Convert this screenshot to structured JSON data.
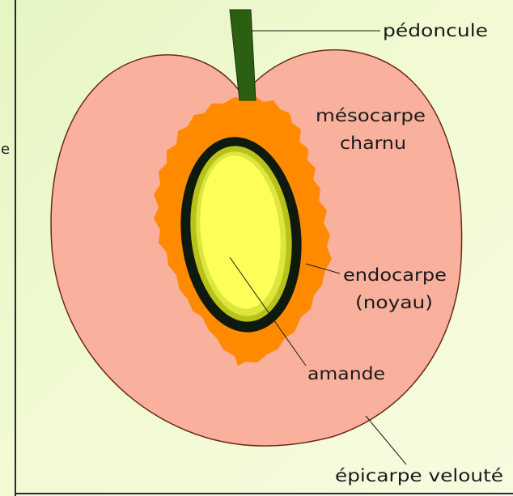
{
  "labels": {
    "pedoncule": "pédoncule",
    "mesocarpe_line1": "mésocarpe",
    "mesocarpe_line2": "charnu",
    "endocarpe_line1": "endocarpe",
    "endocarpe_line2": "(noyau)",
    "amande": "amande",
    "epicarpe": "épicarpe velouté"
  },
  "colors": {
    "background": "#eef8cc",
    "epicarp_fill": "#f9b09c",
    "epicarp_stroke": "#6b2a1a",
    "mesocarp_inner": "#ff8a00",
    "endocarp_outer": "#0d1a0d",
    "endocarp_ring": "#b9c21a",
    "almond": "#ffff5a",
    "stem": "#2b5f12"
  },
  "edge_glyph": "e"
}
